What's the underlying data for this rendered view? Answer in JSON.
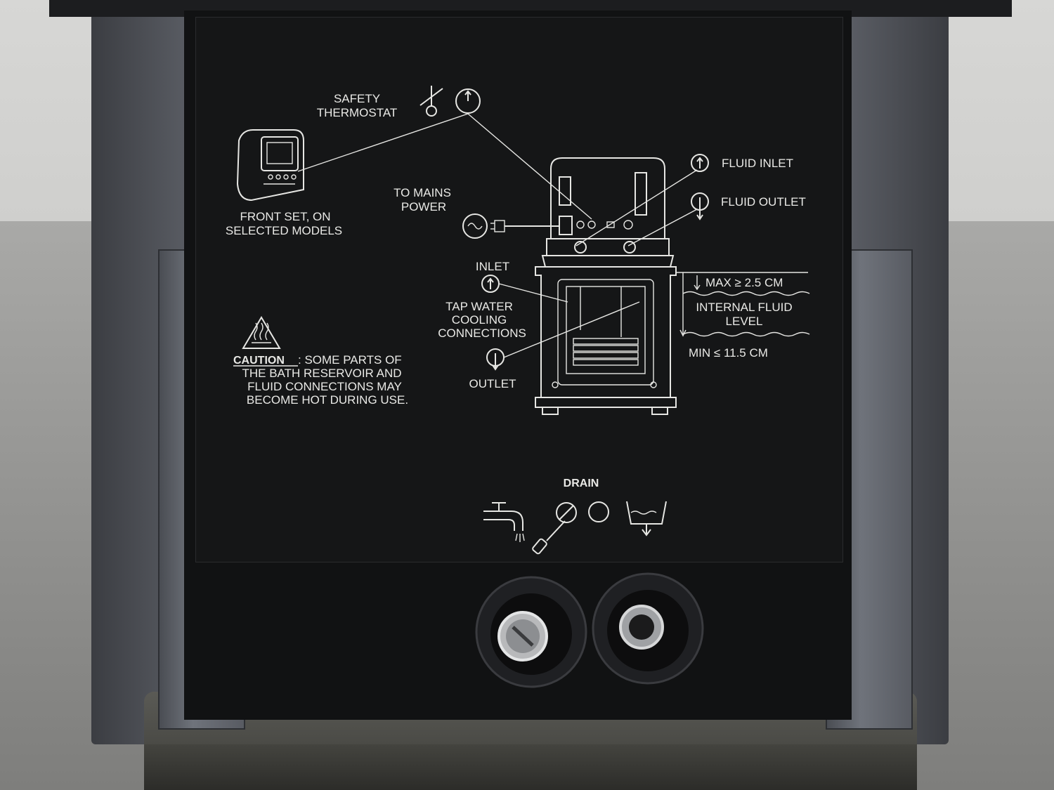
{
  "labels": {
    "safety_line1": "SAFETY",
    "safety_line2": "THERMOSTAT",
    "front_line1": "FRONT SET, ON",
    "front_line2": "SELECTED MODELS",
    "mains_line1": "TO MAINS",
    "mains_line2": "POWER",
    "fluid_inlet": "FLUID INLET",
    "fluid_outlet": "FLUID OUTLET",
    "inlet": "INLET",
    "tap_line1": "TAP WATER",
    "tap_line2": "COOLING",
    "tap_line3": "CONNECTIONS",
    "outlet": "OUTLET",
    "max_level": "MAX ≥ 2.5 CM",
    "internal_line1": "INTERNAL FLUID",
    "internal_line2": "LEVEL",
    "min_level": "MIN ≤  11.5 CM",
    "caution_word": "CAUTION",
    "caution_line1": ": SOME PARTS OF",
    "caution_line2": "THE BATH RESERVOIR AND",
    "caution_line3": "FLUID CONNECTIONS MAY",
    "caution_line4": "BECOME HOT DURING USE.",
    "drain": "DRAIN"
  },
  "icons": {
    "thermostat": "thermostat-icon",
    "dial": "dial-icon",
    "power_plug": "power-plug-icon",
    "hot_surface": "hot-surface-warning-icon",
    "faucet": "faucet-icon",
    "screwdriver": "screwdriver-icon",
    "drain_basin": "drain-basin-icon"
  },
  "colors": {
    "decal_bg": "#151617",
    "ink": "#e9e9e6",
    "housing": "#6d7078"
  }
}
